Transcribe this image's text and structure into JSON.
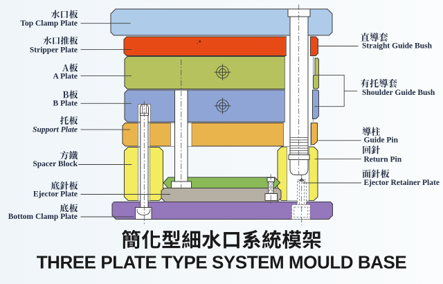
{
  "title": {
    "zh": "簡化型細水口系統模架",
    "en": "THREE PLATE TYPE SYSTEM MOULD BASE"
  },
  "labels_left": [
    {
      "zh": "水口板",
      "en": "Top Clamp Plate"
    },
    {
      "zh": "水口推板",
      "en": "Stripper Plate"
    },
    {
      "zh": "A板",
      "en": "A Plate"
    },
    {
      "zh": "B板",
      "en": "B Plate"
    },
    {
      "zh": "托板",
      "en": "Support Plate"
    },
    {
      "zh": "方鐵",
      "en": "Spacer Block"
    },
    {
      "zh": "底針板",
      "en": "Ejector Plate"
    },
    {
      "zh": "底板",
      "en": "Bottom Clamp Plate"
    }
  ],
  "labels_right": [
    {
      "zh": "直導套",
      "en": "Straight Guide Bush"
    },
    {
      "zh": "有托導套",
      "en": "Shoulder Guide Bush"
    },
    {
      "zh": "導柱",
      "en": "Guide Pin"
    },
    {
      "zh": "回針",
      "en": "Return Pin"
    },
    {
      "zh": "面針板",
      "en": "Ejector Retainer Plate"
    }
  ],
  "colors": {
    "top_clamp": "#aecbe9",
    "stripper": "#e84a16",
    "a_plate": "#b5c25e",
    "b_plate": "#8fa5d5",
    "support": "#eab44c",
    "spacer": "#f2ec5e",
    "retainer": "#8aba58",
    "ejector": "#b5afa4",
    "bottom": "#9577bc",
    "background": "#eff5f9",
    "background_right": "#fafcfd",
    "text": "#222c40",
    "title_text": "#1a1a1a"
  }
}
